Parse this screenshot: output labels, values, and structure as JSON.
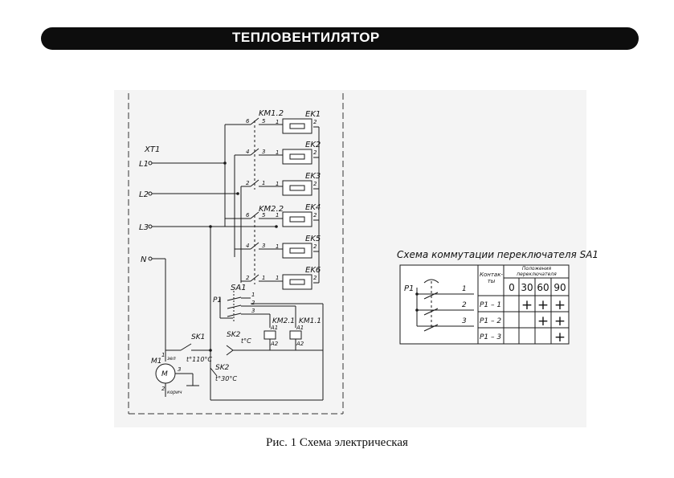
{
  "header": {
    "title": "ТЕПЛОВЕНТИЛЯТОР"
  },
  "schematic": {
    "terminal_block": "XT1",
    "phase_labels": [
      "L1",
      "L2",
      "L3",
      "N"
    ],
    "contactor_top": "KM1.2",
    "contactor_bottom": "KM2.2",
    "heaters": [
      "EK1",
      "EK2",
      "EK3",
      "EK4",
      "EK5",
      "EK6"
    ],
    "heater_pin_1": "1",
    "heater_pin_2": "2",
    "contact_numbers_top": [
      "6",
      "5",
      "4",
      "3",
      "2",
      "1"
    ],
    "contact_numbers_bottom": [
      "6",
      "5",
      "4",
      "3",
      "2",
      "1"
    ],
    "switch": "SA1",
    "switch_pole": "P1",
    "switch_pins": [
      "1",
      "2",
      "3"
    ],
    "relay_2": "KM2.1",
    "relay_1": "KM1.1",
    "relay_pin_a1": "A1",
    "relay_pin_a2": "A2",
    "thermostat_1": "SK1",
    "thermostat_1_temp": "t°110°C",
    "thermostat_2": "SK2",
    "thermostat_2_temp": "t°30°C",
    "thermostat_adj": "SK2",
    "thermostat_adj_temp": "t°C",
    "motor": "M1",
    "motor_pin_1": "1",
    "motor_pin_1_label": "зел",
    "motor_pin_2": "2",
    "motor_pin_2_label": "корич",
    "motor_pin_3": "3",
    "motor_symbol": "M"
  },
  "commutation": {
    "title": "Схема коммутации переключателя SA1",
    "pole_label": "P1",
    "line_numbers": [
      "1",
      "2",
      "3"
    ],
    "contacts_header": "Контак-ты",
    "positions_header": "Положения переключателя",
    "positions": [
      "0",
      "30",
      "60",
      "90"
    ],
    "rows": [
      {
        "label": "P1 – 1",
        "marks": [
          "",
          "+",
          "+",
          "+"
        ]
      },
      {
        "label": "P1 – 2",
        "marks": [
          "",
          "",
          "+",
          "+"
        ]
      },
      {
        "label": "P1 – 3",
        "marks": [
          "",
          "",
          "",
          "+"
        ]
      }
    ]
  },
  "caption": "Рис. 1 Схема электрическая"
}
